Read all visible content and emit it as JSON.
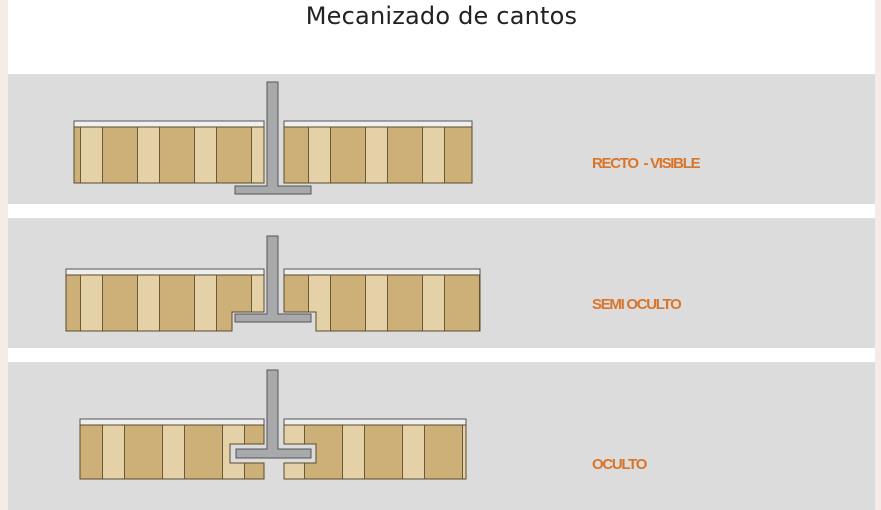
{
  "title": "Mecanizado de cantos",
  "colors": {
    "page_border": "#f5ece6",
    "band": "#dcdcdc",
    "wood_light": "#e4d1a7",
    "wood_dark": "#cdb078",
    "edge_strip": "#efefef",
    "metal_profile": "#a8a9ab",
    "label": "#d9752a"
  },
  "sections": [
    {
      "label": "RECTO  - VISIBLE"
    },
    {
      "label": "SEMI OCULTO"
    },
    {
      "label": "OCULTO"
    }
  ]
}
